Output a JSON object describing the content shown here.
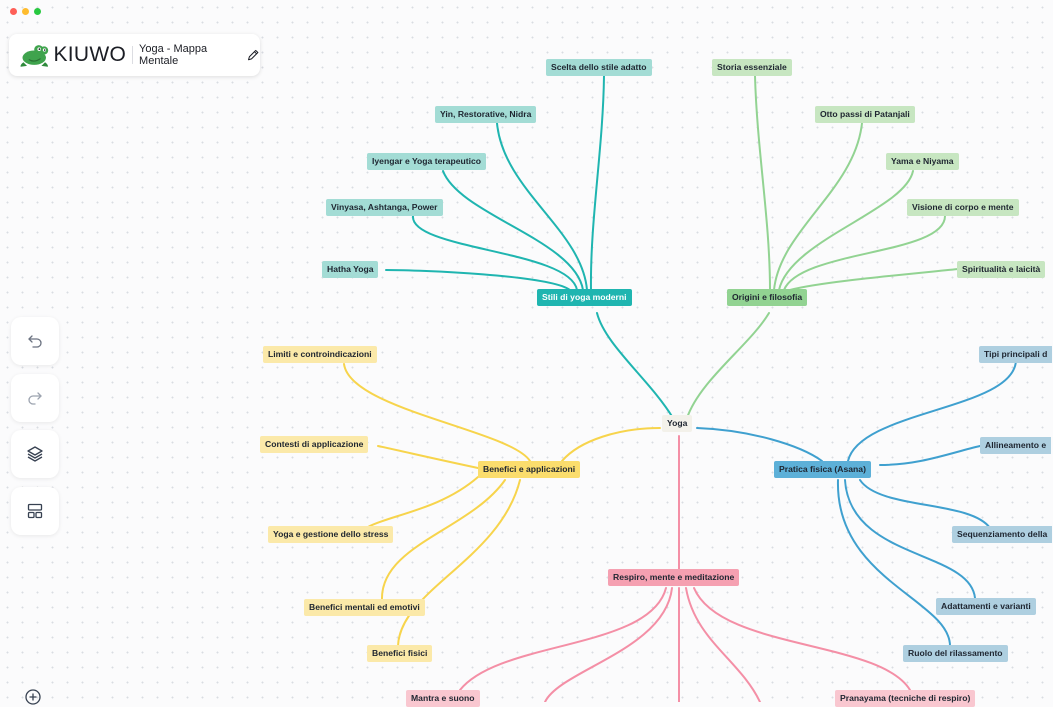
{
  "app": {
    "brand": "KIUWO",
    "document_title": "Yoga - Mappa Mentale"
  },
  "colors": {
    "traffic_red": "#fe5f57",
    "traffic_yellow": "#febc2e",
    "traffic_green": "#28c840",
    "teal": "#1fb5b0",
    "green": "#92d392",
    "yellow": "#f7d44c",
    "blue": "#3fa0cf",
    "pink": "#f48fa6"
  },
  "toolbar": [
    {
      "name": "undo-button",
      "icon": "undo-icon"
    },
    {
      "name": "redo-button",
      "icon": "redo-icon"
    },
    {
      "name": "layers-button",
      "icon": "layers-icon"
    },
    {
      "name": "layout-button",
      "icon": "layout-icon"
    },
    {
      "name": "zoom-in-button",
      "icon": "zoom-in-icon"
    }
  ],
  "mindmap": {
    "root": "Yoga",
    "stili": {
      "title": "Stili di yoga moderni",
      "items": [
        "Scelta dello stile adatto",
        "Yin, Restorative, Nidra",
        "Iyengar e Yoga terapeutico",
        "Vinyasa, Ashtanga, Power",
        "Hatha Yoga"
      ]
    },
    "origini": {
      "title": "Origini e filosofia",
      "items": [
        "Storia essenziale",
        "Otto passi di Patanjali",
        "Yama e Niyama",
        "Visione di corpo e mente",
        "Spiritualità e laicità"
      ]
    },
    "benefici": {
      "title": "Benefici e applicazioni",
      "items": [
        "Limiti e controindicazioni",
        "Contesti di applicazione",
        "Yoga e gestione dello stress",
        "Benefici mentali ed emotivi",
        "Benefici fisici"
      ]
    },
    "pratica": {
      "title": "Pratica fisica (Asana)",
      "items": [
        "Tipi principali d",
        "Allineamento e",
        "Sequenziamento della",
        "Adattamenti e varianti",
        "Ruolo del rilassamento"
      ]
    },
    "respiro": {
      "title": "Respiro, mente e meditazione",
      "items": [
        "Mantra e suono",
        "Pranayama (tecniche di respiro)"
      ]
    }
  }
}
